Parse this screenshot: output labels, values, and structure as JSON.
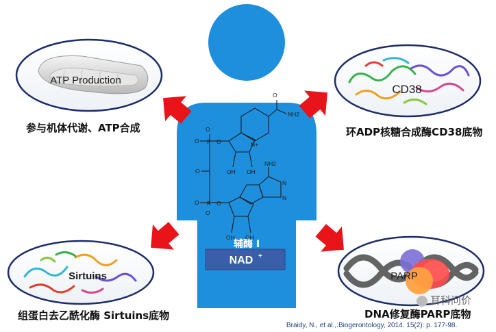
{
  "colors": {
    "figure": "#1e8fdc",
    "figure_dark": "#1a7cc2",
    "arrow": "#e8141a",
    "nad_box": "#3a5fa8",
    "ellipse_border": "#1c2b6b"
  },
  "molecule": {
    "label_cn": "辅酶 I",
    "label_nad": "NAD",
    "label_nad_sup": "+",
    "atoms": {
      "o_minus": "O",
      "p": "P",
      "o": "O",
      "oh": "OH",
      "nh2": "NH2",
      "n": "N",
      "n_plus": "N+"
    }
  },
  "modules": [
    {
      "id": "atp",
      "title": "ATP Production",
      "caption": "参与机体代谢、ATP合成",
      "icon": "mitochondrion-icon"
    },
    {
      "id": "cd38",
      "title": "CD38",
      "caption": "环ADP核糖合成酶CD38底物",
      "icon": "protein-structure-icon"
    },
    {
      "id": "sirtuins",
      "title": "Sirtuins",
      "caption": "组蛋白去乙酰化酶 Sirtuins底物",
      "icon": "protein-structure-icon"
    },
    {
      "id": "parp",
      "title": "PARP",
      "caption": "DNA修复酶PARP底物",
      "icon": "dna-helix-icon"
    }
  ],
  "reference": "Braidy, N., et al.,.Biogerontology, 2014. 15(2): p. 177-98.",
  "watermark": "耳科问价"
}
